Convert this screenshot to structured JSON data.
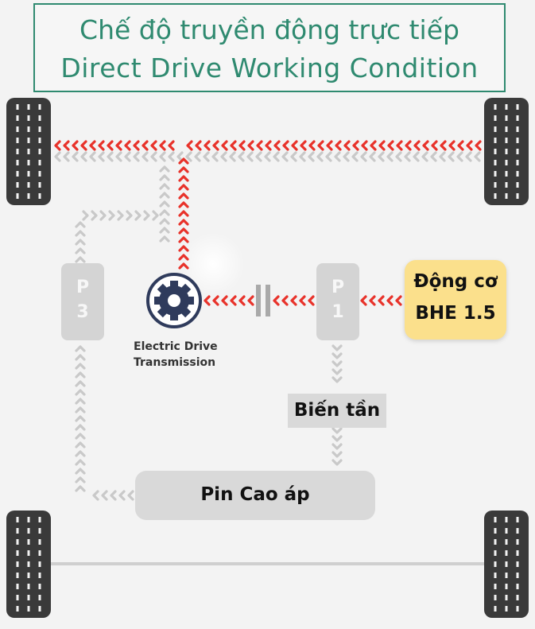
{
  "title": {
    "line1": "Chế độ truyền động trực tiếp",
    "line2": "Direct Drive Working Condition"
  },
  "components": {
    "engine": {
      "line1": "Động cơ",
      "line2": "BHE 1.5"
    },
    "inverter": "Biến tần",
    "battery": "Pin Cao áp",
    "edt": {
      "line1": "Electric Drive",
      "line2": "Transmission"
    },
    "p1": {
      "line1": "P",
      "line2": "1"
    },
    "p3": {
      "line1": "P",
      "line2": "3"
    }
  },
  "colors": {
    "active_flow": "#e8322a",
    "idle_flow": "#c9c9c9",
    "engine_bg": "#fbe08c",
    "title_accent": "#2f8a70",
    "gear_icon": "#2f3b5c"
  },
  "icons": [
    "gear-icon",
    "clutch-icon",
    "wheel-icon"
  ]
}
